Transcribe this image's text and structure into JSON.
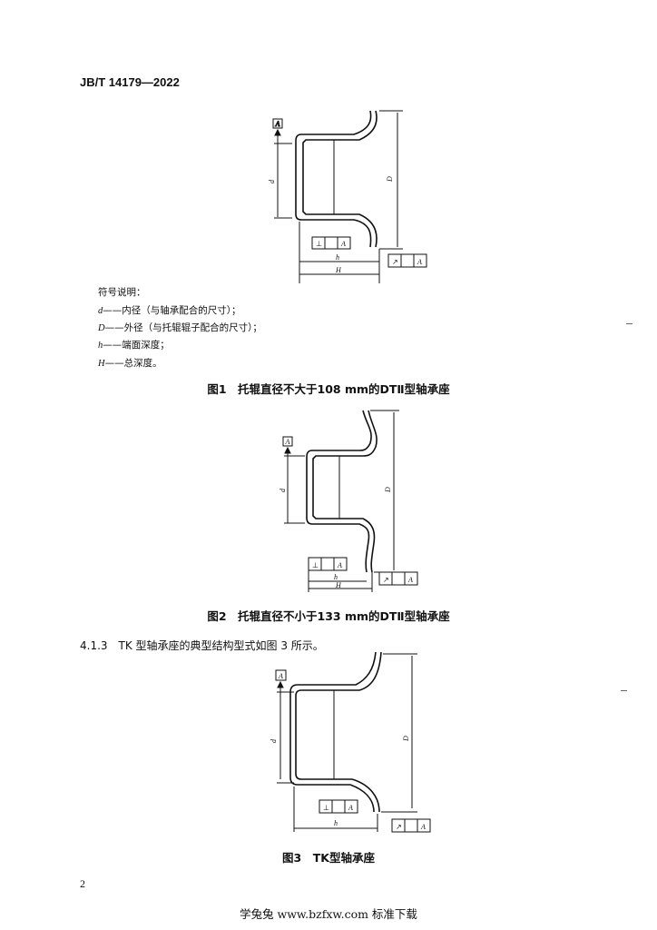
{
  "header": {
    "standard_no": "JB/T 14179—2022"
  },
  "figure_labels": {
    "datum": "A",
    "perpendicular": "⊥",
    "runout": "↗",
    "d": "d",
    "D": "D",
    "h": "h",
    "H": "H"
  },
  "legend": {
    "title": "符号说明：",
    "items": [
      {
        "sym": "d",
        "text": "——内径（与轴承配合的尺寸）；"
      },
      {
        "sym": "D",
        "text": "——外径（与托辊辊子配合的尺寸）；"
      },
      {
        "sym": "h",
        "text": "——端面深度；"
      },
      {
        "sym": "H",
        "text": "——总深度。"
      }
    ]
  },
  "figures": [
    {
      "caption": "图1　托辊直径不大于108 mm的DTⅡ型轴承座"
    },
    {
      "caption": "图2　托辊直径不小于133 mm的DTⅡ型轴承座"
    },
    {
      "caption": "图3　TK型轴承座"
    }
  ],
  "section": {
    "text": "4.1.3　TK 型轴承座的典型结构型式如图 3 所示。"
  },
  "page_number": "2",
  "footer": {
    "text": "学兔兔 www.bzfxw.com 标准下载"
  }
}
